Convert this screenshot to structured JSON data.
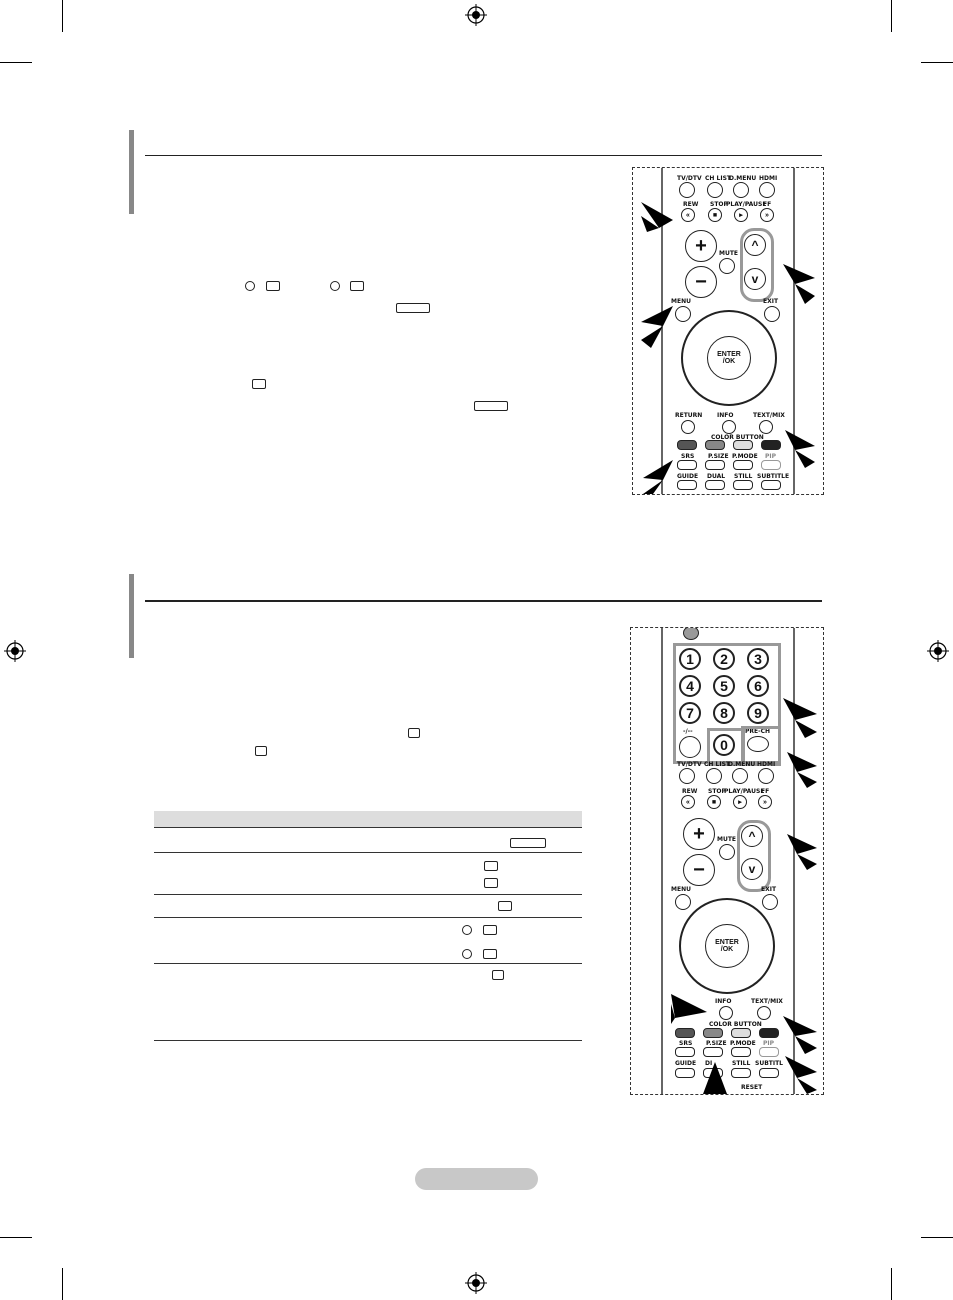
{
  "top_remote": {
    "labels": {
      "tvdtv": "TV/DTV",
      "chlist": "CH LIST",
      "dmenu": "D.MENU",
      "hdmi": "HDMI",
      "rew": "REW",
      "stop": "STOP",
      "playpause": "PLAY/PAUSE",
      "ff": "FF",
      "mute": "MUTE",
      "menu": "MENU",
      "exit": "EXIT",
      "enter": "ENTER",
      "ok": "/OK",
      "return": "RETURN",
      "info": "INFO",
      "textmix": "TEXT/MIX",
      "color_button": "COLOR BUTTON",
      "srs": "SRS",
      "psize": "P.SIZE",
      "pmode": "P.MODE",
      "pip": "PIP",
      "guide": "GUIDE",
      "dual": "DUAL",
      "still": "STILL",
      "subtitle": "SUBTITLE"
    }
  },
  "bottom_remote": {
    "digits": [
      "1",
      "2",
      "3",
      "4",
      "5",
      "6",
      "7",
      "8",
      "9",
      "0"
    ],
    "labels": {
      "dash": "-/--",
      "prech": "PRE-CH",
      "tvdtv": "TV/DTV",
      "chlist": "CH LIST",
      "dmenu": "D.MENU",
      "hdmi": "HDMI",
      "rew": "REW",
      "stop": "STOP",
      "playpause": "PLAY/PAUSE",
      "ff": "FF",
      "mute": "MUTE",
      "menu": "MENU",
      "exit": "EXIT",
      "enter": "ENTER",
      "ok": "/OK",
      "info": "INFO",
      "textmix": "TEXT/MIX",
      "color_button": "COLOR BUTTON",
      "srs": "SRS",
      "psize": "P.SIZE",
      "pmode": "P.MODE",
      "pip": "PIP",
      "guide": "GUIDE",
      "di": "DI",
      "still": "STILL",
      "subtitle": "SUBTITL",
      "reset": "RESET"
    }
  }
}
